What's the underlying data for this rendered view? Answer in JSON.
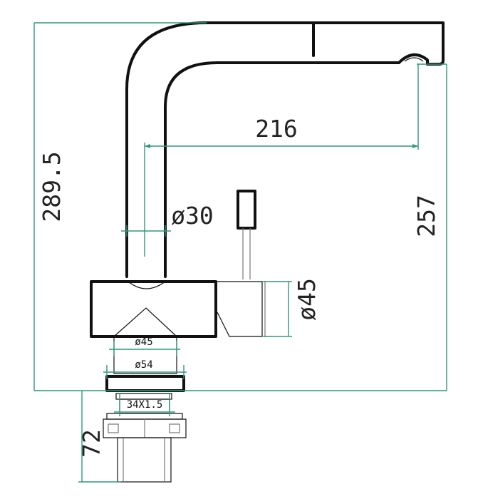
{
  "dimensions": {
    "total_height": "289.5",
    "spout_reach": "216",
    "spout_diameter": "ø30",
    "outlet_height": "257",
    "body_diameter": "ø45",
    "base_inner_diameter": "ø45",
    "base_outer_diameter": "ø54",
    "thread": "34X1.5",
    "shank_length": "72"
  },
  "colors": {
    "outline": "#111111",
    "dimension_lines": "#2f9a73",
    "background": "#ffffff"
  }
}
